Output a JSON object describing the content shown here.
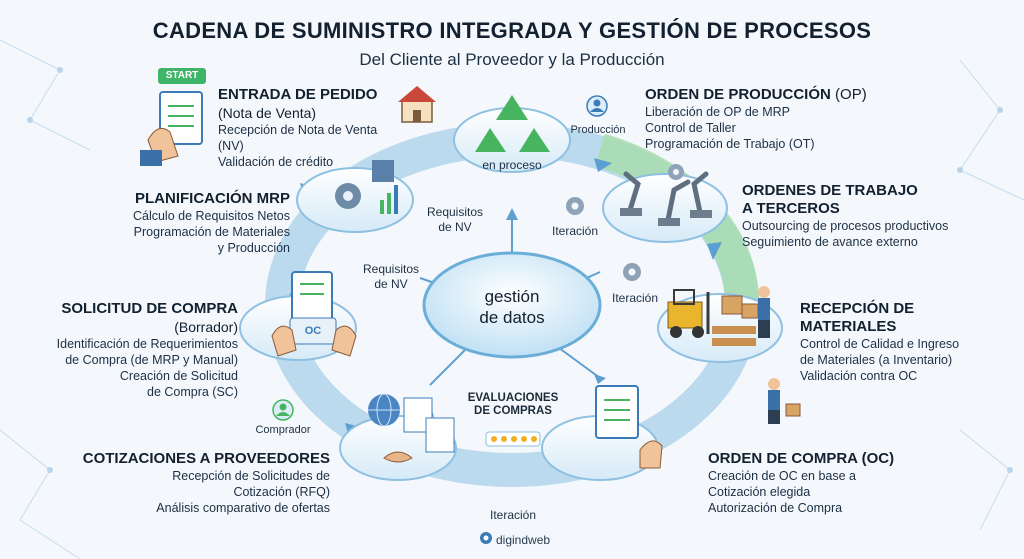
{
  "title": "CADENA DE SUMINISTRO INTEGRADA Y GESTIÓN DE PROCESOS",
  "subtitle": "Del Cliente al Proveedor y la Producción",
  "start_badge": "START",
  "center": {
    "line1": "gestión",
    "line2": "de datos"
  },
  "top_node": {
    "label": "en proceso",
    "role": "Producción"
  },
  "entrada": {
    "title": "ENTRADA DE PEDIDO",
    "subtitle": "(Nota de Venta)",
    "line1": "Recepción de Nota de Venta (NV)",
    "line2": "Validación de crédito"
  },
  "planificacion": {
    "title": "PLANIFICACIÓN MRP",
    "line1": "Cálculo de Requisitos Netos",
    "line2": "Programación de Materiales",
    "line3": "y Producción"
  },
  "solicitud": {
    "title": "SOLICITUD DE COMPRA",
    "subtitle": "(Borrador)",
    "line1": "Identificación de Requerimientos",
    "line2": "de Compra (de MRP y Manual)",
    "line3": "Creación de Solicitud",
    "line4": "de Compra (SC)"
  },
  "cotizaciones": {
    "title": "COTIZACIONES A PROVEEDORES",
    "line1": "Recepción de Solicitudes de",
    "line2": "Cotización (RFQ)",
    "line3": "Análisis comparativo de ofertas",
    "role": "Comprador"
  },
  "orden_produccion": {
    "title": "ORDEN DE PRODUCCIÓN",
    "title_suffix": "(OP)",
    "line1": "Liberación de OP de MRP",
    "line2": "Control de Taller",
    "line3": "Programación de Trabajo (OT)"
  },
  "ordenes_terceros": {
    "title1": "ORDENES DE TRABAJO",
    "title2": "A TERCEROS",
    "line1": "Outsourcing de procesos productivos",
    "line2": "Seguimiento de avance externo"
  },
  "recepcion": {
    "title1": "RECEPCIÓN DE",
    "title2": "MATERIALES",
    "line1": "Control de Calidad e Ingreso",
    "line2": "de Materiales (a Inventario)",
    "line3": "Validación contra OC"
  },
  "orden_compra": {
    "title": "ORDEN DE COMPRA (OC)",
    "line1": "Creación de OC en base a",
    "line2": "Cotización elegida",
    "line3": "Autorización de Compra"
  },
  "evaluaciones": {
    "line1": "EVALUACIONES",
    "line2": "DE COMPRAS"
  },
  "flow_labels": {
    "req_nv_a1": "Requisitos",
    "req_nv_a2": "de NV",
    "req_nv_b1": "Requisitos",
    "req_nv_b2": "de NV",
    "iter1": "Iteración",
    "iter2": "Iteración",
    "iter3": "Iteración"
  },
  "oc_doc_label": "OC",
  "brand": "digindweb",
  "colors": {
    "ring": "#9cc8e6",
    "ring_dark": "#5d9fd0",
    "green": "#8fd39a",
    "accent": "#3fb56a"
  }
}
